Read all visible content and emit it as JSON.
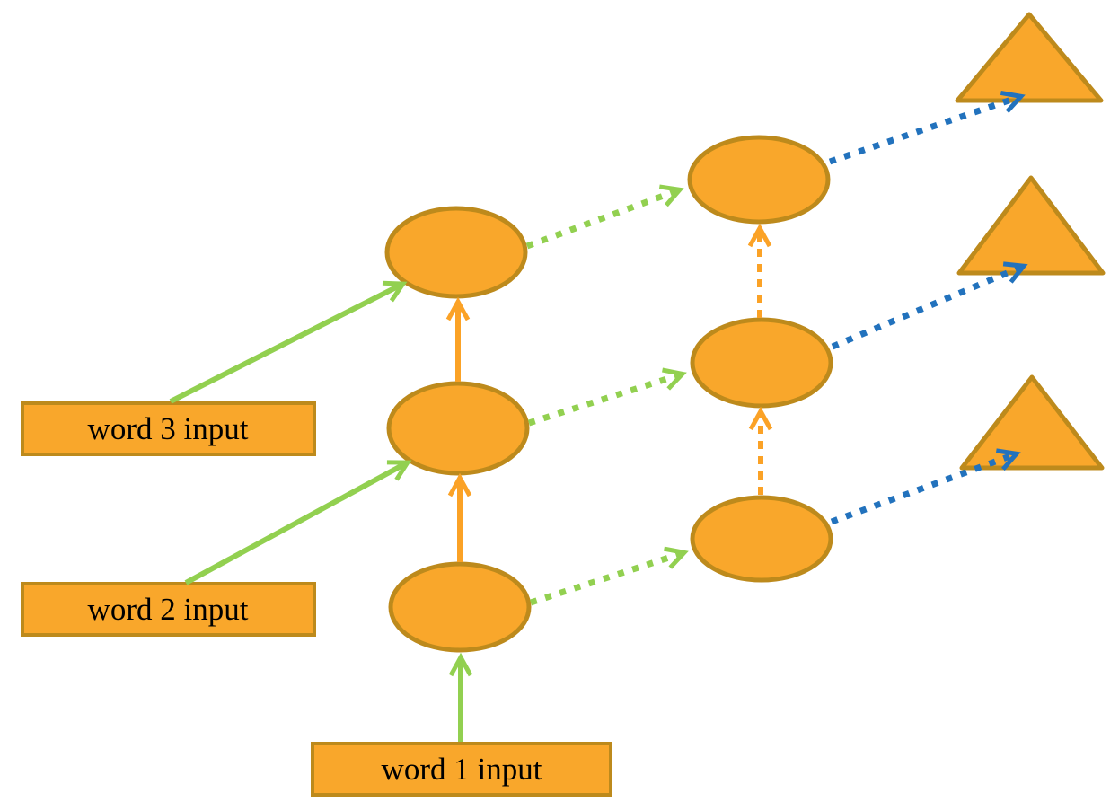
{
  "labels": {
    "word_3_input": "word 3 input",
    "word_2_input": "word 2 input",
    "word_1_input": "word 1 input"
  },
  "colors": {
    "background": "#FFFFFF",
    "shape_fill": "#F9A72B",
    "shape_stroke": "#BD8A1C",
    "arrow_green": "#92D050",
    "arrow_orange": "#FBA226",
    "arrow_blue": "#2272BD",
    "label_text": "#000000"
  },
  "edge_styles": {
    "input_to_hidden": {
      "color": "#92D050",
      "style": "solid"
    },
    "hidden_stack_column1": {
      "color": "#FBA226",
      "style": "solid"
    },
    "hidden_to_context": {
      "color": "#92D050",
      "style": "dotted"
    },
    "context_stack_column2": {
      "color": "#FBA226",
      "style": "dashed"
    },
    "context_to_output": {
      "color": "#2272BD",
      "style": "dotted"
    }
  }
}
